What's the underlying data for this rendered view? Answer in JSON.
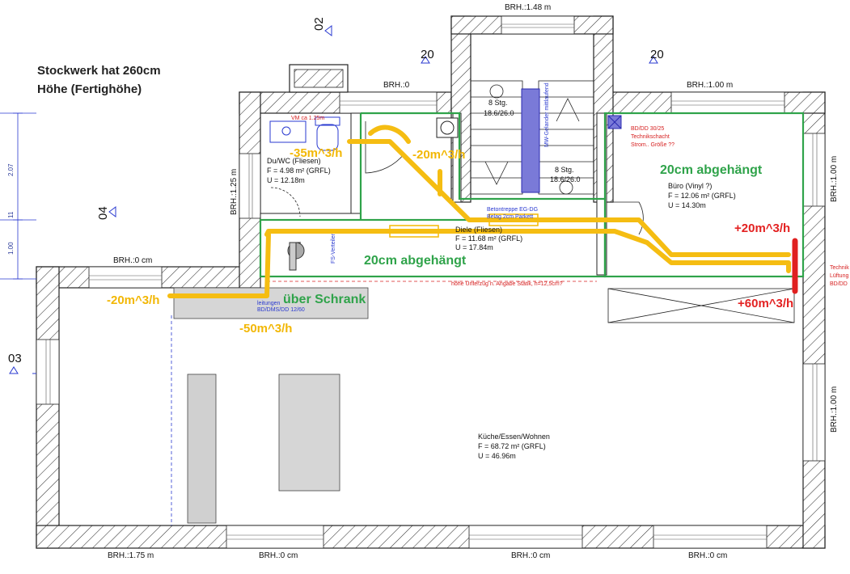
{
  "note": {
    "line1": "Stockwerk hat 260cm",
    "line2": "Höhe (Fertighöhe)"
  },
  "sections": {
    "s02": "02",
    "s04": "04",
    "s03": "03",
    "s20a": "20",
    "s20b": "20"
  },
  "brh": {
    "top_center": "BRH.:1.48 m",
    "top_left": "BRH.:0",
    "top_right": "BRH.:1.00 m",
    "left_mid": "BRH.:1.25 m",
    "left_low": "BRH.:0 cm",
    "right_top": "BRH.:1.00 m",
    "right_bottom": "BRH.:1.00 m",
    "bottom_1": "BRH.:1.75 m",
    "bottom_2": "BRH.:0 cm",
    "bottom_3": "BRH.:0 cm",
    "bottom_4": "BRH.:0 cm"
  },
  "dims": {
    "d1": "2.07",
    "d2": "11",
    "d3": "1.00"
  },
  "rooms": {
    "bath": {
      "name": "Du/WC (Fliesen)",
      "area": "F = 4.98 m² (GRFL)",
      "perimeter": "U = 12.18m",
      "vm": "VM ca 1.25m"
    },
    "office": {
      "name": "Büro (Vinyl ?)",
      "area": "F = 12.06 m² (GRFL)",
      "perimeter": "U = 14.30m"
    },
    "hall": {
      "name": "Diele (Fliesen)",
      "area": "F = 11.68 m² (GRFL)",
      "perimeter": "U = 17.84m"
    },
    "living": {
      "name": "Küche/Essen/Wohnen",
      "area": "F = 68.72 m² (GRFL)",
      "perimeter": "U = 46.96m"
    }
  },
  "stairs": {
    "upper": "8 Stg.",
    "upper_dim": "18.6/26.0",
    "lower": "8 Stg.",
    "lower_dim": "18.6/26.0",
    "wall": "MW-Gelander mittlaufend"
  },
  "annotations": {
    "tech_shaft": "BD/DD 30/25",
    "tech_shaft2": "Technikschacht",
    "tech_shaft3": "Strom.. Größe ??",
    "beam": "höhe Unterzug n. Angabe Statik, h=12,5cm?",
    "stair_note": "Betontreppe EG-DG",
    "stair_note2": "Belag 2cm Parkett",
    "cab_note": "leitungen",
    "cab_note2": "BD/DMS/DD 12/60",
    "fs_note": "FS-Verteiler",
    "right_edge1": "Technik",
    "right_edge2": "Lüftung",
    "right_edge3": "BD/DD"
  },
  "airflow": {
    "f1": "-35m^3/h",
    "f2": "-20m^3/h",
    "f3": "-20m^3/h",
    "f4": "-50m^3/h",
    "f5": "+20m^3/h",
    "f6": "+60m^3/h"
  },
  "green_notes": {
    "g1": "20cm abgehängt",
    "g2": "20cm abgehängt",
    "g3": "über Schrank"
  },
  "colors": {
    "duct": "#f5bd12",
    "green": "#2fa34a",
    "red_duct": "#e02020",
    "wall_hatch": "#333333"
  }
}
